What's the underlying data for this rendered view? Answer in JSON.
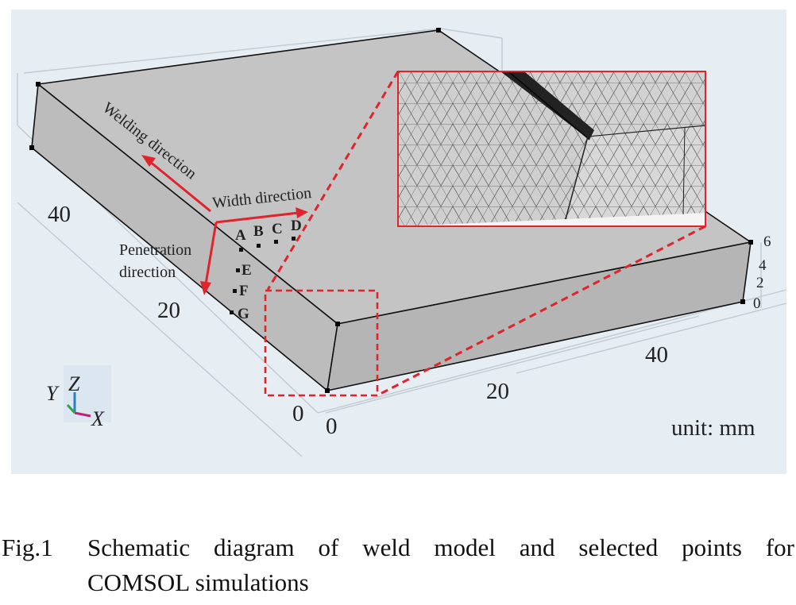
{
  "labels": {
    "welding_direction": "Welding direction",
    "width_direction": "Width direction",
    "penetration_line1": "Penetration",
    "penetration_line2": "direction",
    "unit": "unit: mm"
  },
  "points": [
    "A",
    "B",
    "C",
    "D",
    "E",
    "F",
    "G"
  ],
  "ticks": {
    "y_axis": [
      "40",
      "20",
      "0"
    ],
    "x_axis": [
      "0",
      "20",
      "40"
    ],
    "z_axis": [
      "6",
      "4",
      "2",
      "0"
    ]
  },
  "triad": {
    "x": "X",
    "y": "Y",
    "z": "Z"
  },
  "caption": {
    "label": "Fig.1",
    "line1": "Schematic diagram of weld model and selected points for",
    "line2": "COMSOL simulations"
  },
  "colors": {
    "background": "#e6edf3",
    "plate": "#c4c4c4",
    "edge": "#111111",
    "accent_red": "#e0242b"
  }
}
